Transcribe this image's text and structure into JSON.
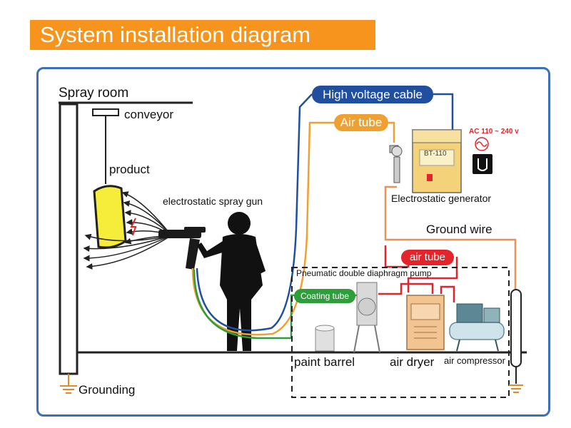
{
  "title": "System installation diagram",
  "labels": {
    "spray_room": "Spray room",
    "conveyor": "conveyor",
    "product": "product",
    "spray_gun": "electrostatic spray gun",
    "high_voltage_cable": "High voltage cable",
    "air_tube_top": "Air tube",
    "ac_power": "AC 110 ~ 240 v",
    "generator_model": "BT-110",
    "electrostatic_generator": "Electrostatic generator",
    "ground_wire": "Ground wire",
    "air_tube_red": "air tube",
    "pump": "Pneumatic double diaphragm pump",
    "coating_tube": "Coating tube",
    "paint_barrel": "paint barrel",
    "air_dryer": "air dryer",
    "air_compressor": "air compressor",
    "grounding": "Grounding"
  },
  "colors": {
    "title_bg": "#f7941d",
    "frame": "#3f6fb8",
    "high_voltage": "#1f4f9e",
    "air_tube": "#f0a030",
    "air_tube_red": "#e3242b",
    "coating": "#2e9e3a",
    "ground_wire": "#e8915a",
    "product": "#f6ec3a"
  },
  "icons": [
    "ground-symbol-icon",
    "ac-sine-icon",
    "power-plug-icon"
  ]
}
